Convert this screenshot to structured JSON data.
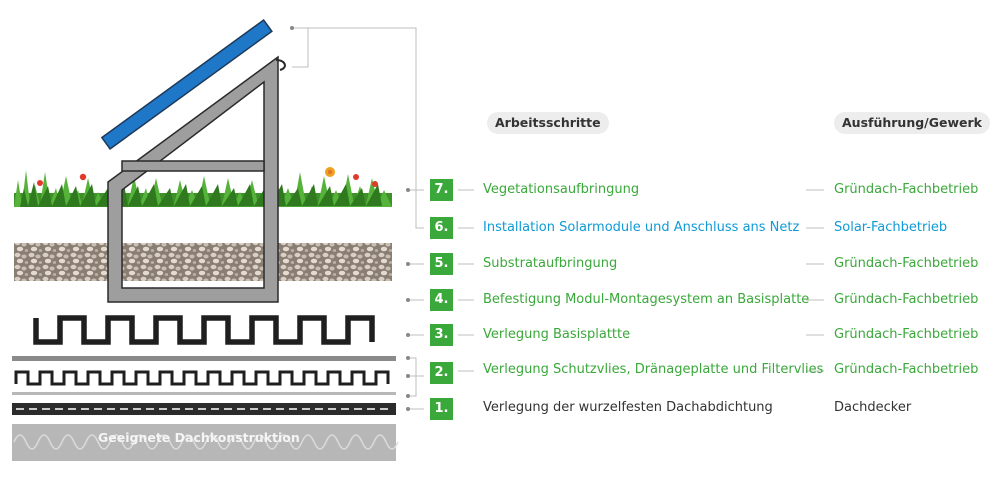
{
  "headers": {
    "steps": "Arbeitsschritte",
    "trade": "Ausführung/Gewerk"
  },
  "colors": {
    "green": "#3aa83a",
    "blue": "#0f9ad6",
    "dark": "#333333",
    "panel": "#1f77c8",
    "frame": "#9e9e9e"
  },
  "steps": [
    {
      "num": "7.",
      "label": "Vegetationsaufbringung",
      "trade": "Gründach-Fachbetrieb",
      "accent": "green"
    },
    {
      "num": "6.",
      "label": "Installation Solarmodule und Anschluss ans Netz",
      "trade": "Solar-Fachbetrieb",
      "accent": "blue"
    },
    {
      "num": "5.",
      "label": "Substrataufbringung",
      "trade": "Gründach-Fachbetrieb",
      "accent": "green"
    },
    {
      "num": "4.",
      "label": "Befestigung Modul-Montagesystem an Basisplatte",
      "trade": "Gründach-Fachbetrieb",
      "accent": "green"
    },
    {
      "num": "3.",
      "label": "Verlegung Basisplattte",
      "trade": "Gründach-Fachbetrieb",
      "accent": "green"
    },
    {
      "num": "2.",
      "label": "Verlegung Schutzvlies, Dränageplatte und Filtervlies",
      "trade": "Gründach-Fachbetrieb",
      "accent": "green"
    },
    {
      "num": "1.",
      "label": "Verlegung der wurzelfesten Dachabdichtung",
      "trade": "Dachdecker",
      "accent": "dark"
    }
  ],
  "roof_label": "Geeignete Dachkonstruktion"
}
